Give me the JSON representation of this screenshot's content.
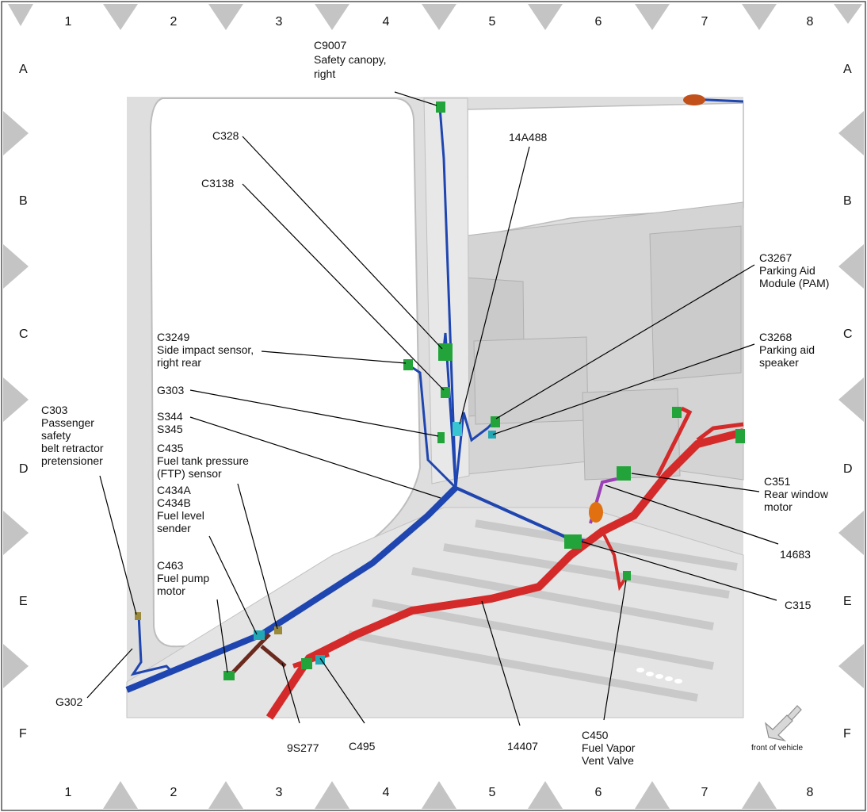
{
  "grid": {
    "columns": [
      "1",
      "2",
      "3",
      "4",
      "5",
      "6",
      "7",
      "8"
    ],
    "rows": [
      "A",
      "B",
      "C",
      "D",
      "E",
      "F"
    ]
  },
  "callouts": {
    "c9007": [
      "C9007",
      "Safety canopy,",
      "right"
    ],
    "c328": [
      "C328"
    ],
    "c3138": [
      "C3138"
    ],
    "c14a488": [
      "14A488"
    ],
    "c3267": [
      "C3267",
      "Parking Aid",
      "Module (PAM)"
    ],
    "c3268": [
      "C3268",
      "Parking aid",
      "speaker"
    ],
    "c3249": [
      "C3249",
      "Side impact sensor,",
      "right rear"
    ],
    "g303": [
      "G303"
    ],
    "s344": [
      "S344",
      "S345"
    ],
    "c303": [
      "C303",
      "Passenger",
      "safety",
      "belt retractor",
      "pretensioner"
    ],
    "c435": [
      "C435",
      "Fuel tank pressure",
      "(FTP) sensor"
    ],
    "c434": [
      "C434A",
      "C434B",
      "Fuel level",
      "sender"
    ],
    "c463": [
      "C463",
      "Fuel pump",
      "motor"
    ],
    "c351": [
      "C351",
      "Rear window",
      "motor"
    ],
    "c14683": [
      "14683"
    ],
    "c315": [
      "C315"
    ],
    "g302": [
      "G302"
    ],
    "c9s277": [
      "9S277"
    ],
    "c495": [
      "C495"
    ],
    "c14407": [
      "14407"
    ],
    "c450": [
      "C450",
      "Fuel Vapor",
      "Vent Valve"
    ]
  },
  "front_label": "front of vehicle",
  "colors": {
    "blue_harness": "#1f46b0",
    "red_harness": "#d42a2a",
    "connector": "#22a43a",
    "teal": "#22a7b5",
    "body_grey": "#e3e3e3"
  }
}
